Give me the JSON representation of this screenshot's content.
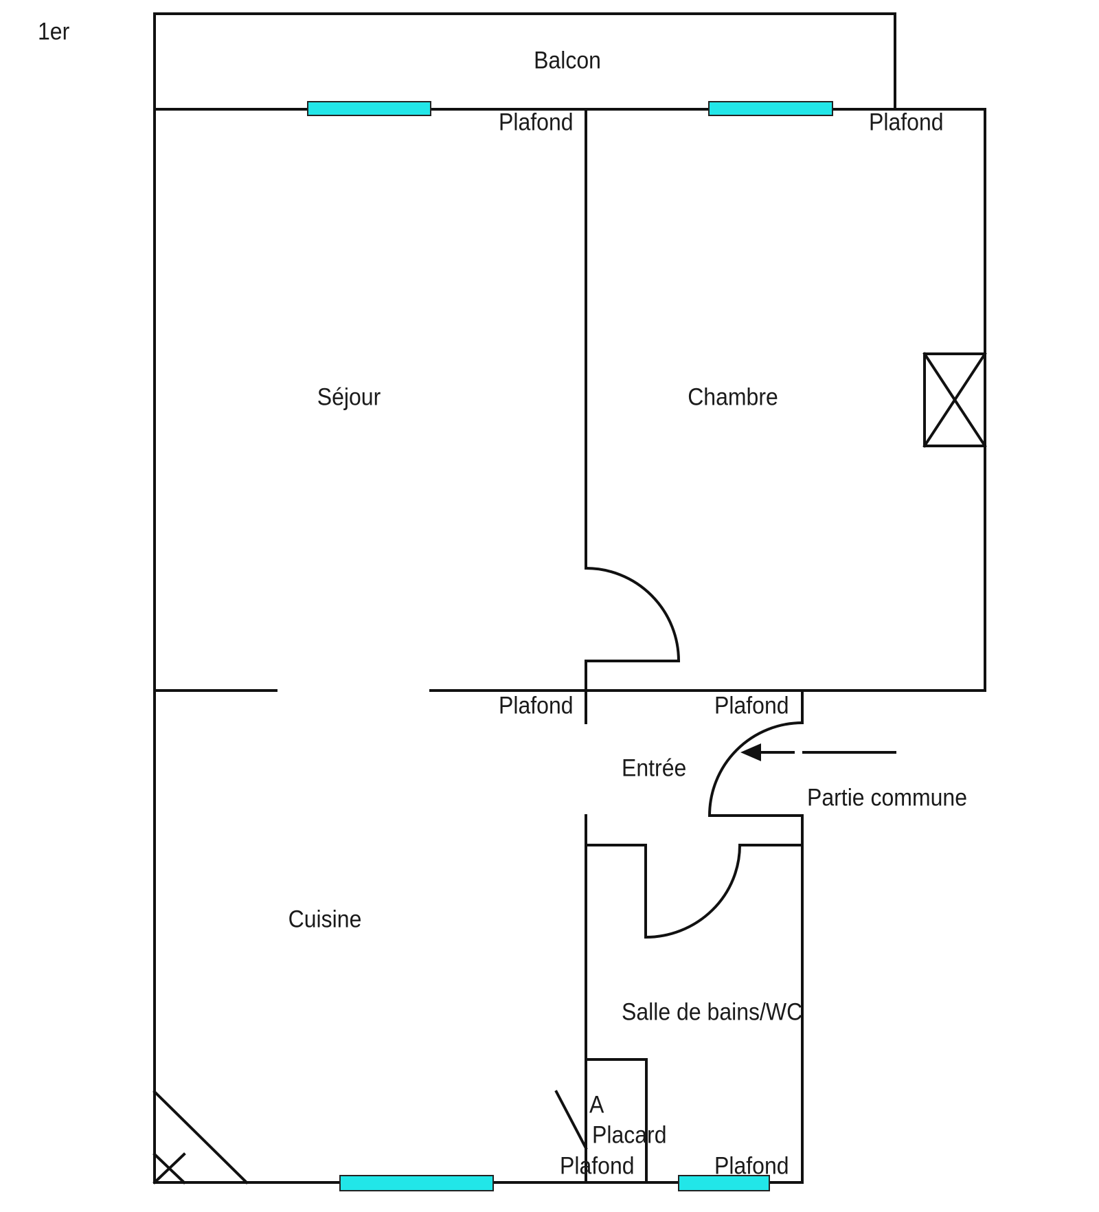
{
  "floor_label": "1er",
  "colors": {
    "wall": "#111111",
    "window": "#22e6e8"
  },
  "rooms": {
    "balcon": "Balcon",
    "sejour": "Séjour",
    "chambre": "Chambre",
    "entree": "Entrée",
    "cuisine": "Cuisine",
    "salle_de_bains": "Salle de bains/WC",
    "placard": "Placard",
    "placard_mark": "A"
  },
  "annotations": {
    "partie_commune": "Partie commune",
    "plafond": [
      "Plafond",
      "Plafond",
      "Plafond",
      "Plafond",
      "Plafond",
      "Plafond"
    ]
  }
}
